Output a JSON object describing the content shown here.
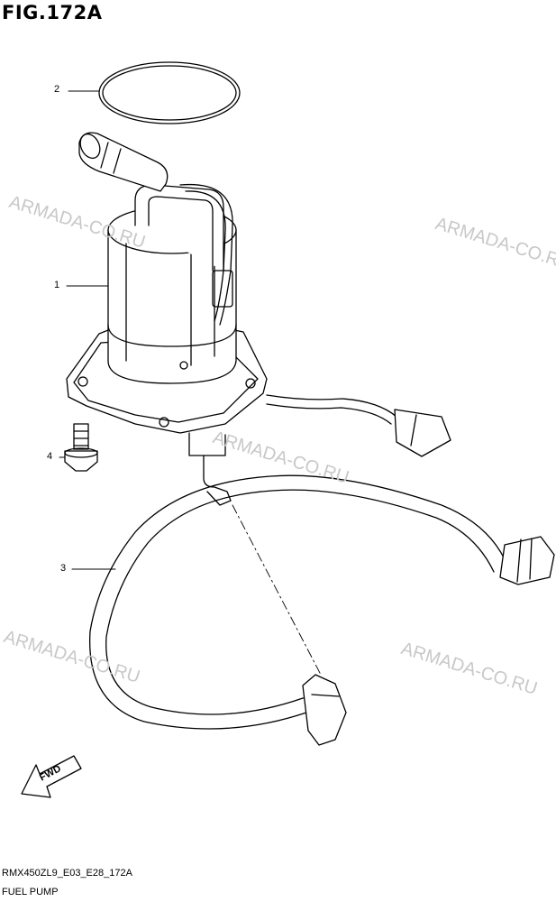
{
  "figure": {
    "title": "FIG.172A"
  },
  "callouts": [
    {
      "id": "2",
      "label": "2"
    },
    {
      "id": "1",
      "label": "1"
    },
    {
      "id": "4",
      "label": "4"
    },
    {
      "id": "3",
      "label": "3"
    }
  ],
  "watermarks": [
    "ARMADA-CO.RU",
    "ARMADA-CO.RU",
    "ARMADA-CO.RU",
    "ARMADA-CO.RU",
    "ARMADA-CO.RU"
  ],
  "direction_arrow": {
    "label": "FWD"
  },
  "footer": {
    "code": "RMX450ZL9_E03_E28_172A",
    "name": "FUEL PUMP"
  },
  "colors": {
    "line": "#000000",
    "watermark": "#c8c8c8",
    "background": "#ffffff"
  }
}
